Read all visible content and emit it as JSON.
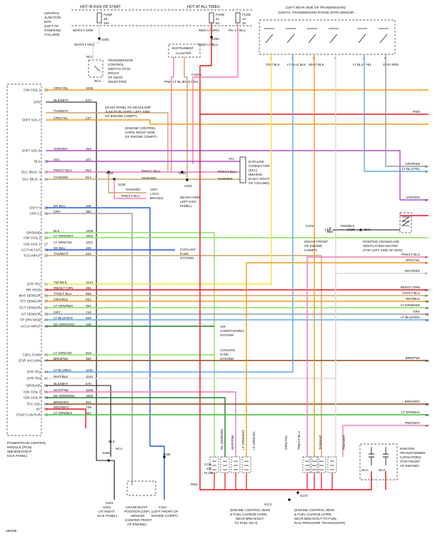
{
  "header": {
    "hot_run_start": "HOT IN RUN OR START",
    "hot_all_times": "HOT AT ALL TIMES",
    "fuse28": [
      "FUSE",
      "28",
      "15A"
    ],
    "fuse21": [
      "FUSE",
      "21",
      "5A"
    ],
    "fuse12": [
      "FUSE",
      "12",
      "2A"
    ],
    "cjb": [
      "CENTRAL",
      "JUNCTION",
      "BOX",
      "(LEFT OF",
      "STEERING",
      "COLUMN)"
    ],
    "trs": [
      "(LEFT REAR SIDE OF TRANSMISSION)",
      "DIGITAL TRANSMISSION RANGE (DTR) SENSOR"
    ],
    "whtlt_grn": "WHT/LT GRN",
    "s202": "S202",
    "s259": "S259",
    "redlt_grn": "RED/ LT GRN",
    "redlt_blu": "RED/ LT BLU",
    "pk_ltblu": "PK/ LT BLU",
    "nca": "NCA",
    "tcs": [
      "TRANSMISSION",
      "CONTROL",
      "SWITCH (TCS)",
      "(RIGHT",
      "OF GEAR",
      "SELECTOR)"
    ],
    "instrument_cluster": [
      "INSTRUMENT",
      "CLUSTER"
    ],
    "c220a": "C220A",
    "pnk_ltblu": "PNK/ LT BLU",
    "tan_org": "TAN/ ORG",
    "trs_wires": [
      "YEL/ BLK",
      "LT BLU/ BLK",
      "WHT/ BLK",
      "LT BLU/ YEL",
      "GRY/ RED"
    ],
    "trs_pins": [
      "4",
      "3",
      "6",
      "1",
      "2",
      "5"
    ]
  },
  "pcm_pins": [
    {
      "label": "IGN COIL 2",
      "num": "26",
      "wire": "ORG/YEL",
      "circuit": "1026"
    },
    {
      "label": "GRS",
      "num": "",
      "wire": "BLK/WHT",
      "circuit": "570"
    },
    {
      "label": "",
      "num": "",
      "wire": "TAN/WHT",
      "circuit": ""
    },
    {
      "label": "SHFT SOL A",
      "num": "",
      "wire": "ORG/YEL",
      "circuit": "237"
    },
    {
      "label": "SHFT SOL B",
      "num": "",
      "wire": "VIO/ORG",
      "circuit": "315"
    },
    {
      "label": "DLC",
      "num": "13",
      "wire": "VIO",
      "circuit": "107"
    },
    {
      "label": "DLC (BUS +)",
      "num": "15",
      "wire": "PNK/LT BLU",
      "circuit": "915"
    },
    {
      "label": "DLC (BUS -)",
      "num": "16",
      "wire": "TAN/ORG",
      "circuit": "914"
    },
    {
      "label": "CKP (+)",
      "num": "21",
      "wire": "DK BLU",
      "circuit": "349"
    },
    {
      "label": "CKP (-)",
      "num": "22",
      "wire": "GRY",
      "circuit": "350"
    },
    {
      "label": "GROUND",
      "num": "24",
      "wire": "BLK",
      "circuit": "1205"
    },
    {
      "label": "IGN COIL 5",
      "num": "26",
      "wire": "LT GRN/WHT",
      "circuit": "1004"
    },
    {
      "label": "IGN COIL 1",
      "num": "27",
      "wire": "LT GRN/YEL",
      "circuit": "1021"
    },
    {
      "label": "LO FAN OUT",
      "num": "28",
      "wire": "DK BLU",
      "circuit": "228"
    },
    {
      "label": "TCS INPUT",
      "num": "29",
      "wire": "TAN/WHT",
      "circuit": "224"
    },
    {
      "label": "DTR TR1",
      "num": "34",
      "wire": "YEL/BLK",
      "circuit": "1144"
    },
    {
      "label": "RR HO2S",
      "num": "35",
      "wire": "RED/LT GRN",
      "circuit": "392"
    },
    {
      "label": "MAF SENSOR",
      "num": "36",
      "wire": "TAN/LT BLU",
      "circuit": "968"
    },
    {
      "label": "TFT SENSOR",
      "num": "37",
      "wire": "ORG/BLK",
      "circuit": "923"
    },
    {
      "label": "ECT SENSOR",
      "num": "38",
      "wire": "LT GRN/RED",
      "circuit": "354"
    },
    {
      "label": "IAT SENSOR",
      "num": "39",
      "wire": "GRY",
      "circuit": "743"
    },
    {
      "label": "FP DRV MOD",
      "num": "40",
      "wire": "LT BLU/ORG",
      "circuit": "926"
    },
    {
      "label": "ACCS INPUT",
      "num": "41",
      "wire": "DK GRN/ORG",
      "circuit": "348"
    },
    {
      "label": "CDCL FANS",
      "num": "46",
      "wire": "LT GRN/VIO",
      "circuit": "919"
    },
    {
      "label": "EGR VACUUM",
      "num": "47",
      "wire": "BRN/PNK",
      "circuit": "360"
    },
    {
      "label": "DTR TR2",
      "num": "48",
      "wire": "LT BLU/BLK",
      "circuit": "1145"
    },
    {
      "label": "DTR TR4",
      "num": "49",
      "wire": "WHT/BLK",
      "circuit": "1143"
    },
    {
      "label": "GROUND",
      "num": "51",
      "wire": "BLK/WHT",
      "circuit": "570"
    },
    {
      "label": "IGN COIL 3",
      "num": "52",
      "wire": "WHT/PNK",
      "circuit": "1025"
    },
    {
      "label": "IGN COIL 4",
      "num": "53",
      "wire": "DK GRN/ORG",
      "circuit": "1003"
    },
    {
      "label": "TCC SOL",
      "num": "54",
      "wire": "BRN/ORG",
      "circuit": "924"
    },
    {
      "label": "B+",
      "num": "55",
      "wire": "RED/WHT",
      "circuit": "739"
    },
    {
      "label": "EVAP CAN PUR",
      "num": "56",
      "wire": "LT GRN/BLK",
      "circuit": "101"
    }
  ],
  "pcm_footer": [
    "POWERTRAIN CONTROL",
    "MODULE (PCM)",
    "(BEHIND RIGHT",
    "KICK PANEL)"
  ],
  "mid_notes": {
    "dash_panel": [
      "(DASH PANEL TO HEADLAMP",
      "JUNCTION HARN, LEFT SIDE",
      "OF ENGINE COMPT)"
    ],
    "ecm_harn": [
      "(ENGINE CONTROL",
      "HARN, RIGHT SIDE",
      "OF ENGINE COMPT)"
    ],
    "s134": "S134",
    "s135": "S135",
    "s252": "S252",
    "s253": "S253",
    "main_harn": [
      "(MAIN HARN,",
      "LEFT KICK",
      "PANEL)"
    ],
    "anti_lock": [
      "ANTI",
      "LOCK",
      "BRAKES"
    ],
    "tan_org": "TAN/ORG",
    "pnklt_blu": "PNK/LT BLU",
    "dlc_box": [
      "DATALINK",
      "CONNECTOR",
      "(DLC)",
      "(BEHIND",
      "DASH, RIGHT",
      "OF COLUMN)"
    ],
    "coolant": [
      "COOLANT",
      "FANS",
      "SYSTEM"
    ],
    "air_cond": [
      "AIR",
      "CONDITIONING",
      "SYSTEM"
    ],
    "cooling_fans": [
      "COOLING",
      "FANS",
      "SYSTEM"
    ],
    "vio": "VIO",
    "pnk_lt_blu": "PNK/LT BLU",
    "tan_org2": "TAN/ORG"
  },
  "right_labels": [
    {
      "text": "RED",
      "num": ""
    },
    {
      "text": "GRY/RED",
      "num": "2"
    },
    {
      "text": "LT BLU/YEL",
      "num": "1"
    },
    {
      "text": "VIO/ORG",
      "num": "3"
    },
    {
      "text": "PNK/LT BLU",
      "num": "5"
    },
    {
      "text": "ORG/YEL",
      "num": "6"
    },
    {
      "text": "WHT/RED",
      "num": "7"
    },
    {
      "text": "RED/LT GRN",
      "num": "8"
    },
    {
      "text": "TAN/LT BLU",
      "num": "9"
    },
    {
      "text": "ORG/BLK",
      "num": "10"
    },
    {
      "text": "LT GRN/RED",
      "num": "11"
    },
    {
      "text": "GRY",
      "num": "12"
    },
    {
      "text": "LT BLU/ORG",
      "num": "13"
    },
    {
      "text": "BRN/PNK",
      "num": "14"
    },
    {
      "text": "BRN/ORG",
      "num": "15"
    },
    {
      "text": "LT GRN/BLK",
      "num": "16"
    },
    {
      "text": "PNK/WHT",
      "num": "17"
    }
  ],
  "ground_area": {
    "g102": "G102",
    "s188": "S188",
    "blk": "BLK",
    "redblk": "RED/BLK",
    "ground_loc": [
      "(RIGHT FRONT",
      "OF ENGINE",
      "COMPT)"
    ],
    "pcv": [
      "POSITIVE CRANKCASE",
      "VENTILATION HEATER",
      "(TOP LEFT SIDE OF ENG)"
    ]
  },
  "bottom": {
    "s201": "S201",
    "s208": "S208",
    "s230": "S230",
    "g201": [
      "G201",
      "(AT RIGHT",
      "KICK PANEL)"
    ],
    "c104": [
      "C104",
      "(LEFT FRONT OF",
      "ENGINE COMPT)"
    ],
    "ckp": [
      "CRANKSHAFT",
      "POSITION (CKP)",
      "SENSOR",
      "(CENTER FRONT",
      "OF ENGINE)"
    ],
    "blk": "BLK",
    "nca": "NCA",
    "coil_wires": [
      "DK GRN/ORG",
      "WHT/PNK",
      "LT GRN/WHT",
      "LT GRN/YEL",
      "ORG/YEL",
      "PNK/LT BLU",
      "TAN/WHT",
      "PNK/WHT"
    ],
    "coil_on_plug": [
      "COIL",
      "ON",
      "PLUG"
    ],
    "s170": "S170",
    "s171": "S171",
    "ecm_left": [
      "(ENGINE CONTROL SENS",
      "& FUEL CHARGE HARN,",
      "NEAR BREAKOUT",
      "TO FUEL INJ 4)"
    ],
    "ecm_right": [
      "(ENGINE CONTROL SENS",
      "& FUEL CHARGE HARN,",
      "NEAR BREAKOUT TO FUEL",
      "RAIL PRESSURE TRANSDUCER)"
    ],
    "ign_caps": [
      "IGNITION",
      "TRANSFORMER",
      "CAPACITORS",
      "(TOP FRONT",
      "OF ENGINE)"
    ],
    "red": "RED",
    "figure_id": "166296"
  },
  "colors": {
    "red": "#e8141e",
    "orange": "#f39a1e",
    "yellow": "#f5e236",
    "green": "#3fbf3a",
    "ltgreen": "#8be05a",
    "blue": "#2a55d8",
    "ltblue": "#5fa8ee",
    "violet": "#b04ad8",
    "pink": "#f27ab6",
    "tan": "#caa46a",
    "brown": "#8a4a1a",
    "gray": "#9a9a9a",
    "black": "#111111",
    "white": "#d8d8d8",
    "dkgreen": "#1f7f2a"
  }
}
